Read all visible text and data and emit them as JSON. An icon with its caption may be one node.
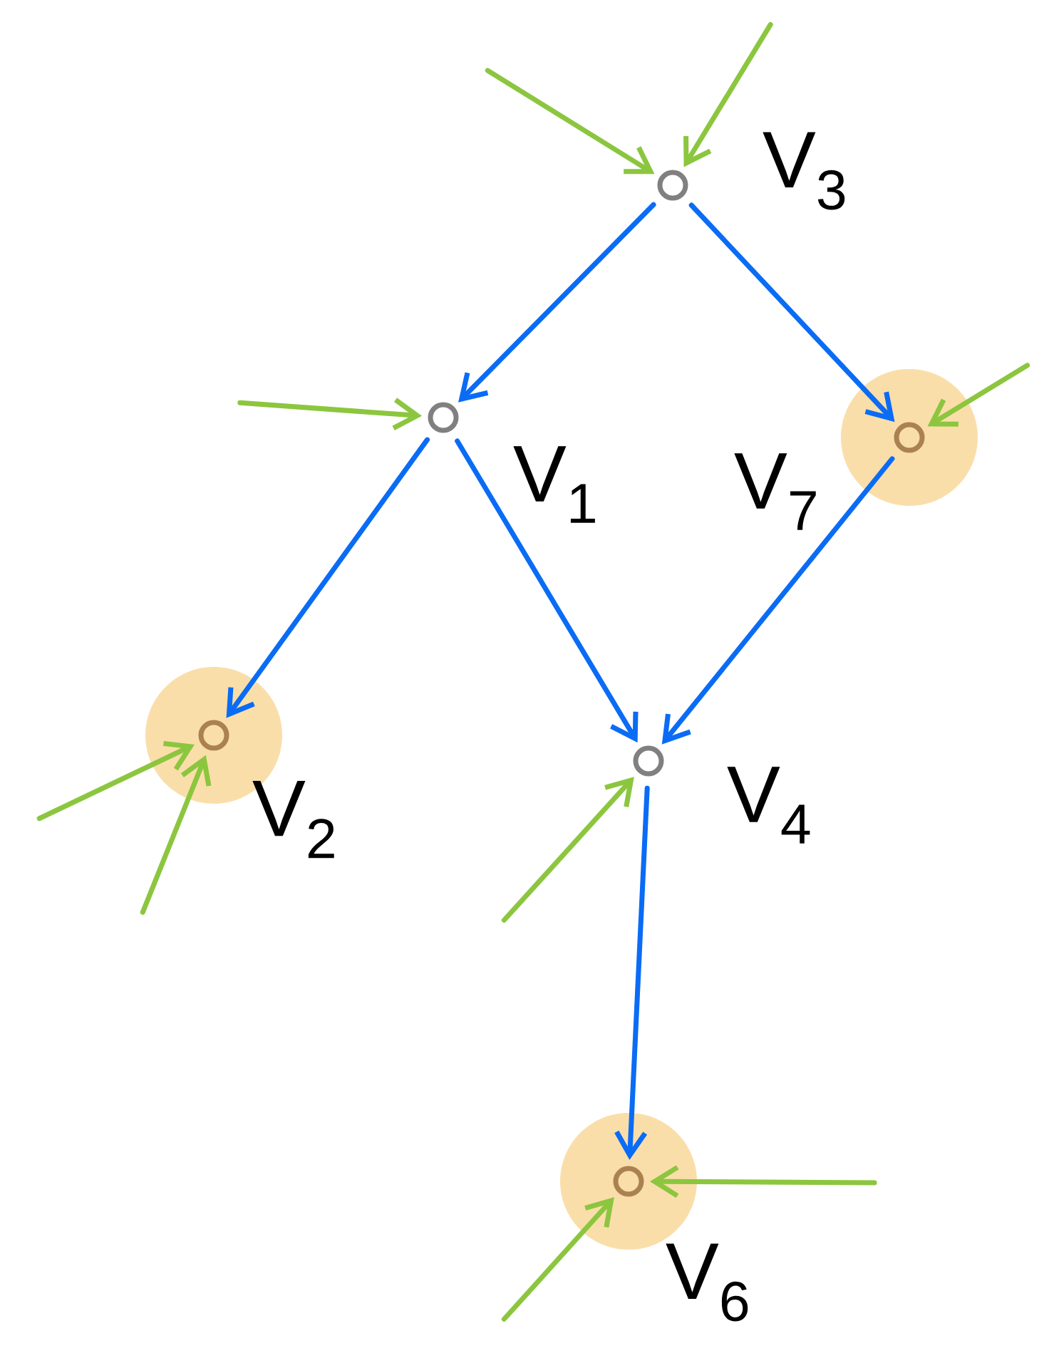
{
  "diagram": {
    "nodes": [
      {
        "text": [],
        "shape": "circle",
        "beside": [
          "V$_{3}$"
        ]
      },
      {
        "text": [],
        "shape": "circle",
        "beside": [
          "V$_{1}$"
        ]
      },
      {
        "text": [],
        "shape": "circle",
        "beside": [
          "V$_{7}$"
        ]
      },
      {
        "text": [],
        "shape": "circle",
        "beside": [
          "V$_{2}$"
        ]
      },
      {
        "text": [],
        "shape": "circle",
        "beside": [
          "V$_{4}$"
        ]
      },
      {
        "text": [],
        "shape": "circle",
        "beside": [
          "V$_{6}$"
        ]
      }
    ],
    "edges": [
      {
        "from": 0,
        "to": 1,
        "arrow": "to",
        "color": "#0a6cf5"
      },
      {
        "from": 0,
        "to": 2,
        "arrow": "to",
        "color": "#0a6cf5"
      },
      {
        "from": 1,
        "to": 3,
        "arrow": "to",
        "color": "#0a6cf5"
      },
      {
        "from": 1,
        "to": 4,
        "arrow": "to",
        "color": "#0a6cf5"
      },
      {
        "from": 2,
        "to": 4,
        "arrow": "to",
        "color": "#0a6cf5"
      },
      {
        "from": 4,
        "to": 5,
        "arrow": "to",
        "color": "#0a6cf5"
      },
      {
        "from": null,
        "to": 0,
        "arrow": "to",
        "color": "#8cc63f"
      },
      {
        "from": null,
        "to": 0,
        "arrow": "to",
        "color": "#8cc63f"
      },
      {
        "from": null,
        "to": 1,
        "arrow": "to",
        "color": "#8cc63f"
      },
      {
        "from": null,
        "to": 2,
        "arrow": "to",
        "color": "#8cc63f"
      },
      {
        "from": null,
        "to": 3,
        "arrow": "to",
        "color": "#8cc63f"
      },
      {
        "from": null,
        "to": 3,
        "arrow": "to",
        "color": "#8cc63f"
      },
      {
        "from": null,
        "to": 4,
        "arrow": "to",
        "color": "#8cc63f"
      },
      {
        "from": null,
        "to": 5,
        "arrow": "to",
        "color": "#8cc63f"
      },
      {
        "from": null,
        "to": 5,
        "arrow": "to",
        "color": "#8cc63f"
      }
    ]
  }
}
